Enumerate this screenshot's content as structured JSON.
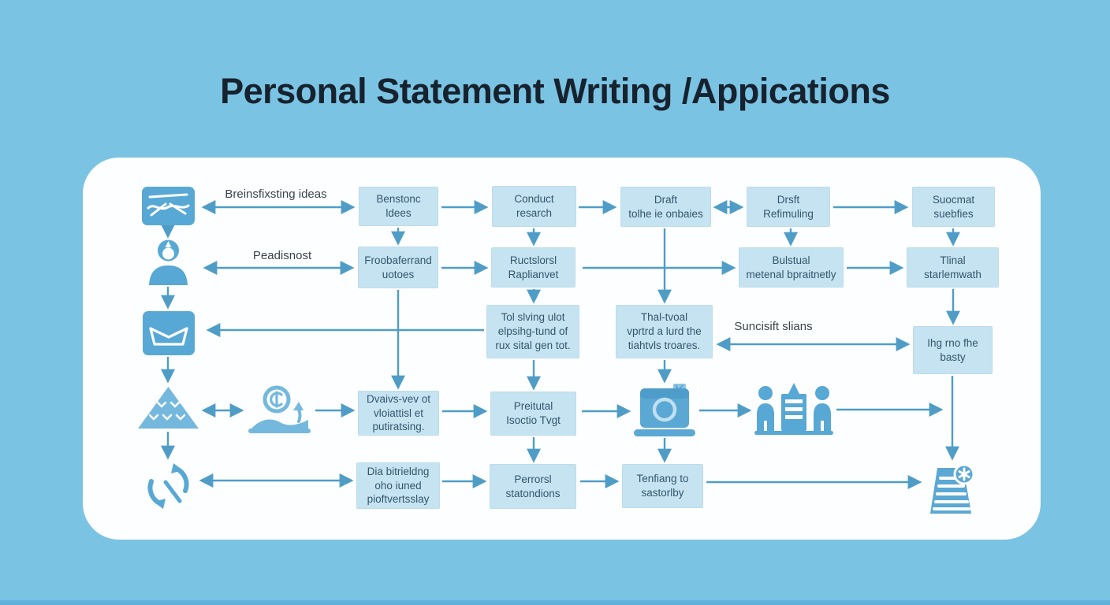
{
  "title": "Personal Statement Writing /Appications",
  "colors": {
    "background": "#7bc3e3",
    "panel": "#fdfeff",
    "box_fill": "#c6e3f2",
    "arrow": "#4f9dc6",
    "icon_blue": "#57a8d4",
    "icon_light_blue": "#74b9dd",
    "title_text": "#16222e"
  },
  "flowchart": {
    "labels": {
      "brainstorm": "Breinsfixsting ideas",
      "readiness": "Peadisnost",
      "submit": "Suncisift slians"
    },
    "boxes": {
      "b1": "Benstonc\nldees",
      "b2": "Conduct\nresarch",
      "b3": "Draft\ntolhe ie onbaies",
      "b4": "Drsft\nRefimuling",
      "b5": "Suocmat\nsuebfies",
      "b6": "Froobaferrand\nuotoes",
      "b7": "Ructslorsl\nRaplianvet",
      "b8": "Bulstual\nmetenal bpraitnetly",
      "b9": "Tlinal\nstarlemwath",
      "b10": "Tol slving ulot\nelpsihg-tund of\nrux sital gen tot.",
      "b11": "Thal-tvoal\nvprtrd a lurd the\ntiahtvls troares.",
      "b12": "Ihg rno fhe\nbasty",
      "b13": "Dvaivs-vev ot\nvloiattisl et\nputiratsing.",
      "b14": "Preitutal\nIsoctio Tvgt",
      "b15": "Dia bitrieldng\noho iuned\npioftvertsslay",
      "b16": "Perrorsl\nstatondions",
      "b17": "Tenfiang to\nsastorlby"
    },
    "icons": {
      "image": "image-icon",
      "person": "person-icon",
      "envelope": "envelope-icon",
      "mountain": "mountain-icon",
      "refresh": "refresh-icon",
      "growth": "growth-icon",
      "laptop": "laptop-icon",
      "people": "people-icon",
      "document": "document-icon"
    }
  }
}
